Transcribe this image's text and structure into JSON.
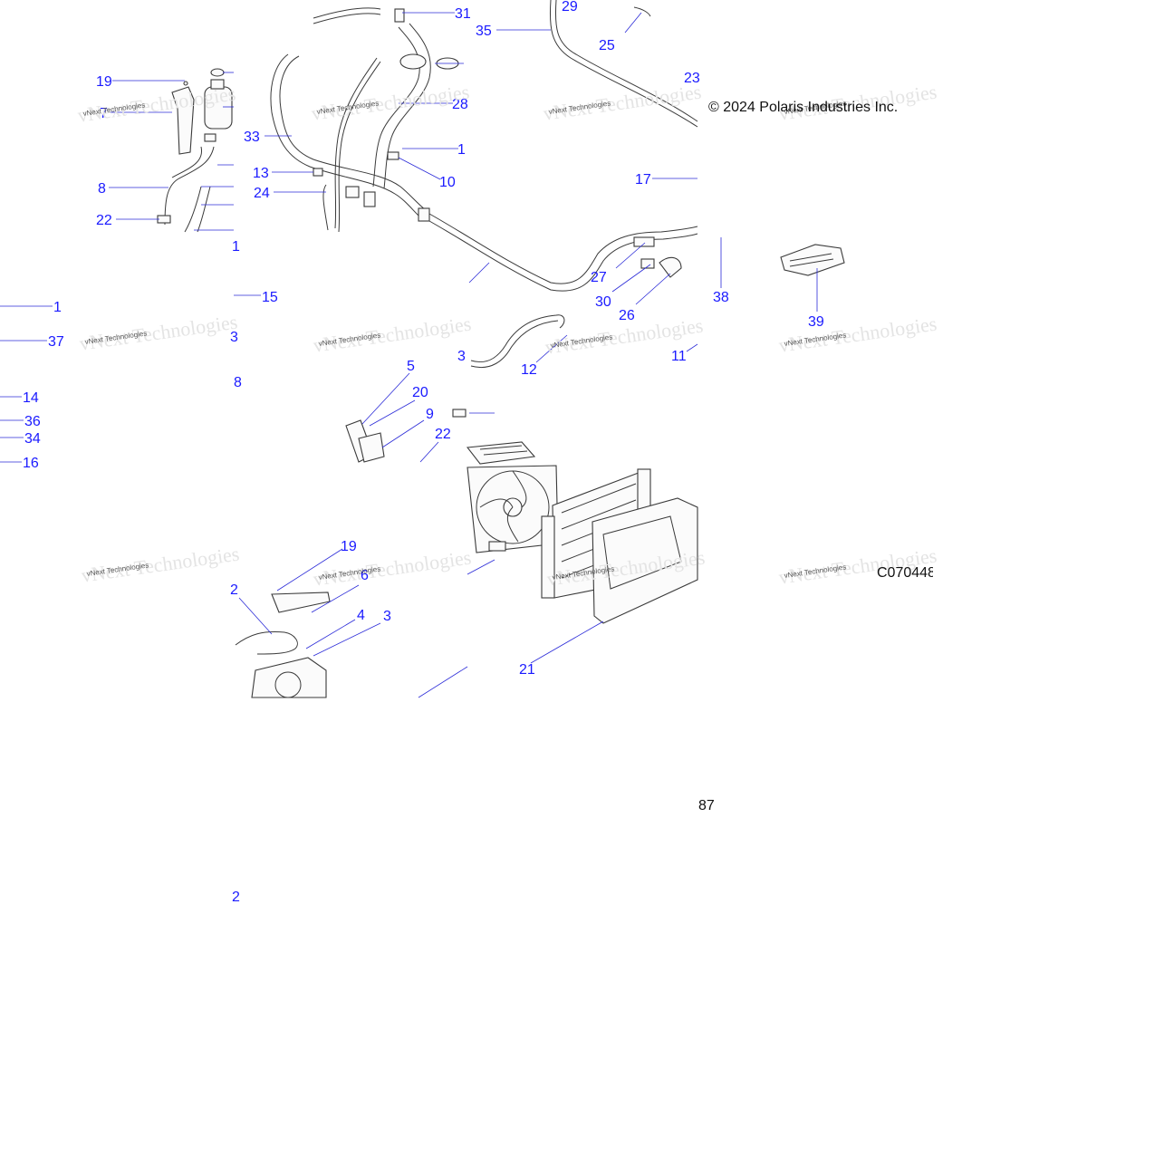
{
  "copyright": "© 2024 Polaris Industries Inc.",
  "diagram_code": "C070448",
  "page_number": "87",
  "watermark": "vNext Technologies",
  "colors": {
    "callout": "#1a1aff",
    "leader": "#2b2bd8",
    "line_art": "#3a3a3a"
  },
  "callouts": [
    "19",
    "7",
    "8",
    "22",
    "1",
    "15",
    "1",
    "37",
    "14",
    "36",
    "34",
    "16",
    "33",
    "13",
    "24",
    "3",
    "8",
    "28",
    "1",
    "10",
    "31",
    "35",
    "29",
    "25",
    "23",
    "17",
    "27",
    "30",
    "26",
    "38",
    "39",
    "3",
    "12",
    "11",
    "5",
    "20",
    "9",
    "22",
    "19",
    "6",
    "2",
    "4",
    "3",
    "21",
    "2"
  ]
}
